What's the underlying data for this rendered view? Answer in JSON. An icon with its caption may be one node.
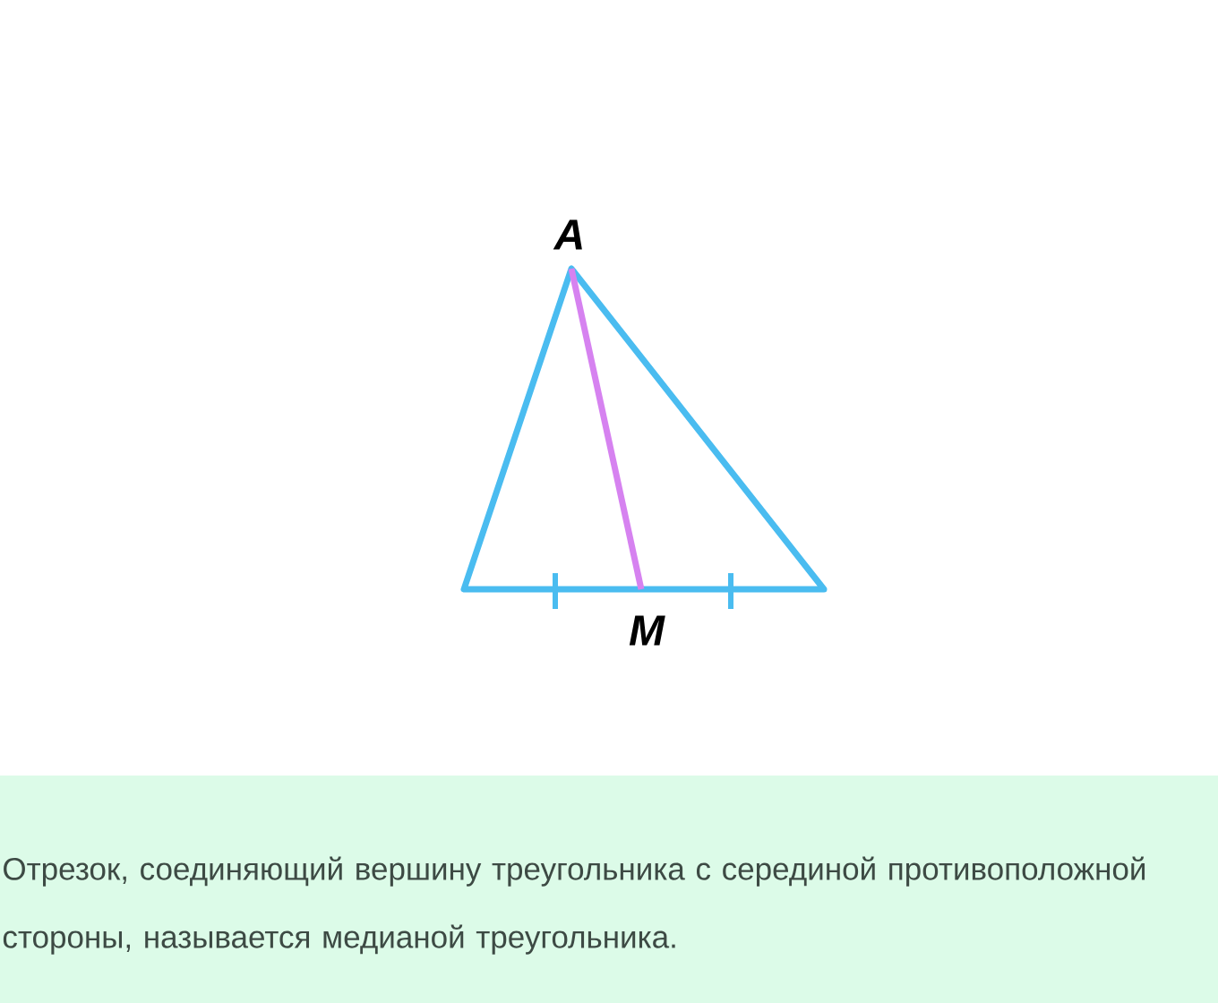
{
  "diagram": {
    "caption": "Отрезок, соединяющий вершину треугольника с серединой противоположной стороны, называется медианой треугольника.",
    "labels": [
      "A",
      "M"
    ]
  }
}
